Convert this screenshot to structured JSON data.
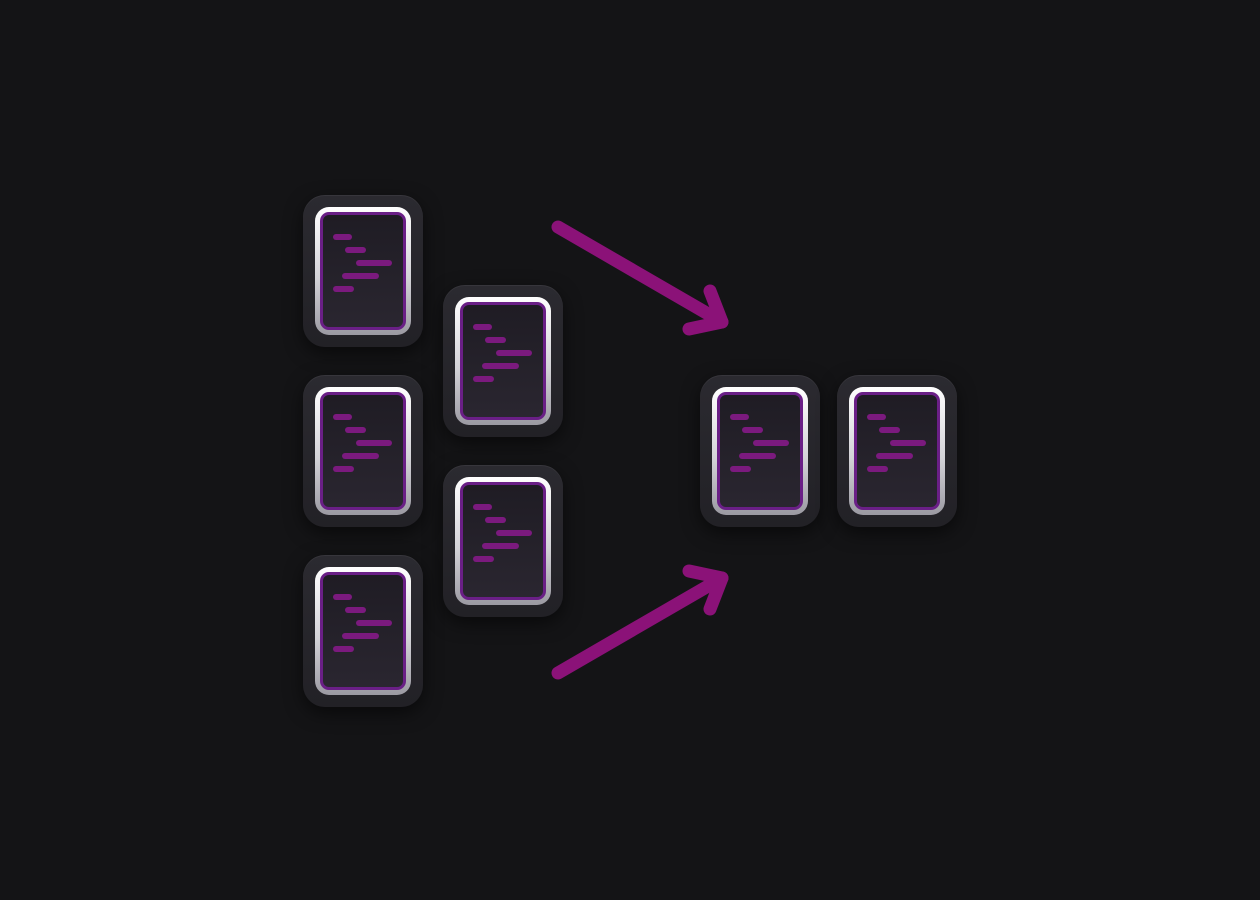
{
  "diagram": {
    "accent_color": "#8b1278",
    "background_color": "#141416",
    "icon_name": "code-document-icon",
    "source_documents": [
      {
        "id": "source-doc-1"
      },
      {
        "id": "source-doc-2"
      },
      {
        "id": "source-doc-3"
      },
      {
        "id": "source-doc-4"
      },
      {
        "id": "source-doc-5"
      }
    ],
    "merged_documents": [
      {
        "id": "merged-doc-1"
      },
      {
        "id": "merged-doc-2"
      }
    ],
    "arrows": [
      {
        "id": "arrow-upper",
        "from": "source-documents",
        "to": "merged-documents"
      },
      {
        "id": "arrow-lower",
        "from": "source-documents",
        "to": "merged-documents"
      }
    ]
  }
}
